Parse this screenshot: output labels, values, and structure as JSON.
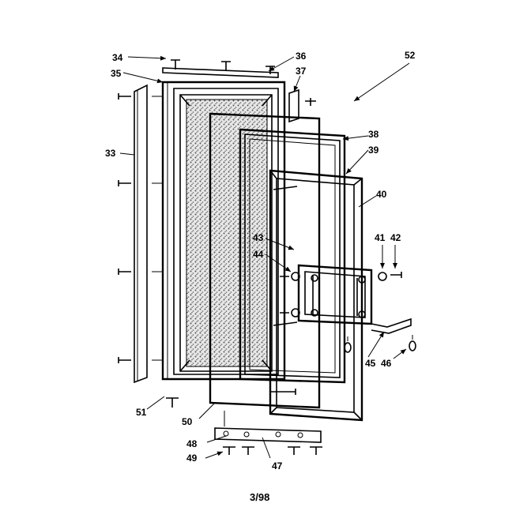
{
  "callouts": [
    "33",
    "34",
    "35",
    "36",
    "37",
    "38",
    "39",
    "40",
    "41",
    "42",
    "43",
    "44",
    "45",
    "46",
    "47",
    "48",
    "49",
    "50",
    "51",
    "52"
  ],
  "page_number": "3/98",
  "colors": {
    "ink": "#000000",
    "paper": "#ffffff",
    "insulation": "#bfbfbf"
  }
}
